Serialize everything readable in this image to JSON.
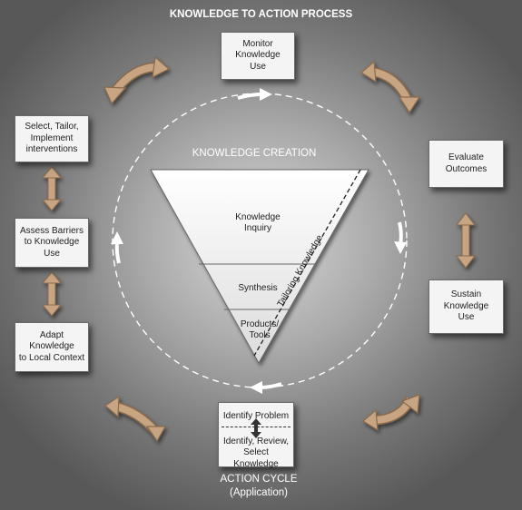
{
  "title": "KNOWLEDGE TO ACTION PROCESS",
  "knowledge_creation": {
    "heading": "KNOWLEDGE CREATION",
    "inquiry": [
      "Knowledge",
      "Inquiry"
    ],
    "synthesis": "Synthesis",
    "products": [
      "Products/",
      "Tools"
    ],
    "tailoring": "Tailoring Knowledge"
  },
  "action_cycle": {
    "heading": "ACTION CYCLE",
    "subheading": "(Application)",
    "boxes": {
      "monitor": [
        "Monitor",
        "Knowledge",
        "Use"
      ],
      "evaluate": [
        "Evaluate",
        "Outcomes"
      ],
      "sustain": [
        "Sustain",
        "Knowledge",
        "Use"
      ],
      "identify_problem": "Identify Problem",
      "identify_review": [
        "Identify, Review,",
        "Select Knowledge"
      ],
      "adapt": [
        "Adapt",
        "Knowledge",
        "to Local Context"
      ],
      "assess": [
        "Assess Barriers",
        "to Knowledge",
        "Use"
      ],
      "select": [
        "Select, Tailor,",
        "Implement",
        "interventions"
      ]
    }
  },
  "colors": {
    "arrow_fill": "#c7a583",
    "arrow_stroke": "#8a6a4c",
    "box_fill": "#f4f4f4",
    "dashed_circle": "#ffffff",
    "text_light": "#ffffff"
  },
  "icons": {
    "curved_arrow": "curved-double-arrow-icon",
    "straight_arrow": "vertical-double-arrow-icon",
    "cycle_arrow": "cycle-direction-arrow-icon"
  }
}
